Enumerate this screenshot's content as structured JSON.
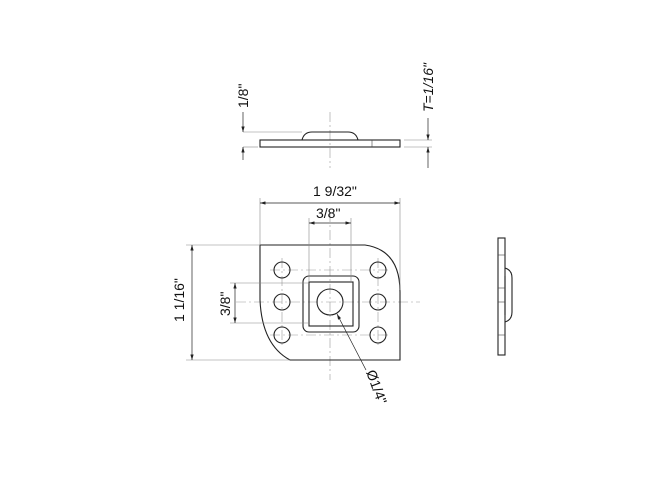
{
  "drawing": {
    "top_view": {
      "height_label": "1/8\"",
      "thickness_label": "T=1/16\""
    },
    "front_view": {
      "width_label": "1 9/32\"",
      "boss_width_label": "3/8\"",
      "height_label": "1 1/16\"",
      "boss_height_label": "3/8\"",
      "hole_label": "Ø1/4\""
    }
  },
  "colors": {
    "line": "#222222",
    "centerline": "#999999"
  }
}
